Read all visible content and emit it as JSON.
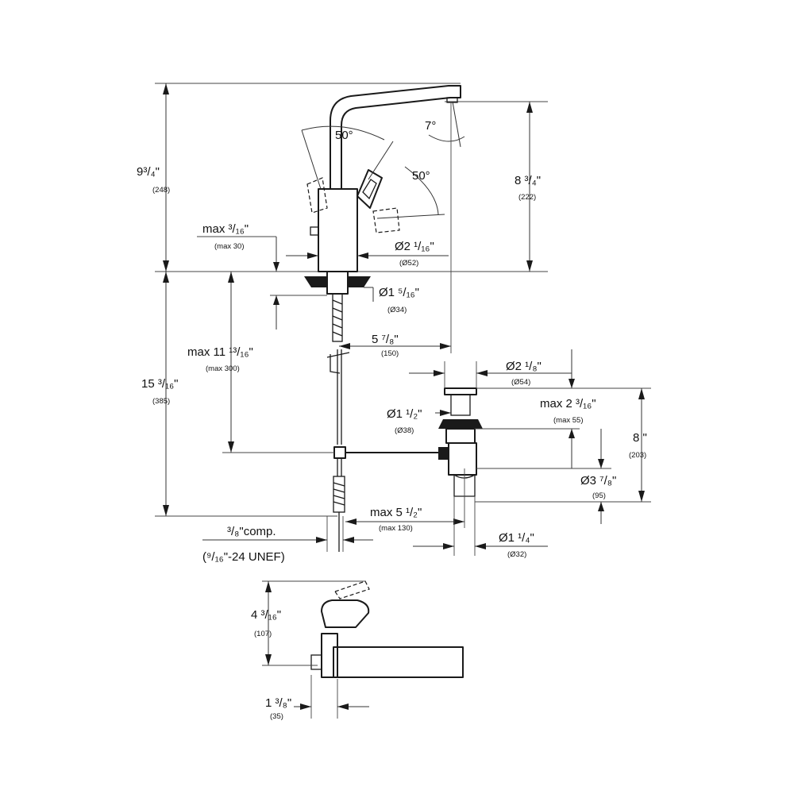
{
  "dimensions": {
    "total_height": {
      "main": "9³/₄\"",
      "metric": "(248)"
    },
    "spout_height": {
      "main": "8 ³/₄\"",
      "metric": "(222)"
    },
    "lever_angle_top": {
      "main": "50°"
    },
    "lever_angle_side": {
      "main": "50°"
    },
    "spout_tilt": {
      "main": "7°"
    },
    "deck_thickness": {
      "main": "max ³/₁₆\"",
      "metric": "(max 30)"
    },
    "body_diameter": {
      "main": "Ø2 ¹/₁₆\"",
      "metric": "(Ø52)"
    },
    "hole_diameter": {
      "main": "Ø1 ⁵/₁₆\"",
      "metric": "(Ø34)"
    },
    "spout_reach": {
      "main": "5 ⁷/₈\"",
      "metric": "(150)"
    },
    "rod_length": {
      "main": "max 11 ¹³/₁₆\"",
      "metric": "(max 300)"
    },
    "under_deck_height": {
      "main": "15 ³/₁₆\"",
      "metric": "(385)"
    },
    "drain_flange": {
      "main": "Ø2 ¹/₈\"",
      "metric": "(Ø54)"
    },
    "drain_body": {
      "main": "Ø1 ¹/₂\"",
      "metric": "(Ø38)"
    },
    "drain_max": {
      "main": "max 2 ³/₁₆\"",
      "metric": "(max 55)"
    },
    "drain_height": {
      "main": "8 \"",
      "metric": "(203)"
    },
    "tailpiece_offset": {
      "main": "Ø3 ⁷/₈\"",
      "metric": "(95)"
    },
    "rod_reach": {
      "main": "max 5 ¹/₂\"",
      "metric": "(max 130)"
    },
    "tailpiece_dia": {
      "main": "Ø1 ¹/₄\"",
      "metric": "(Ø32)"
    },
    "supply_conn": {
      "main": "³/₈\"comp.",
      "metric": "(⁹/₁₆\"-24 UNEF)"
    },
    "side_height": {
      "main": "4 ³/₁₆\"",
      "metric": "(107)"
    },
    "side_offset": {
      "main": "1 ³/₈\"",
      "metric": "(35)"
    }
  }
}
